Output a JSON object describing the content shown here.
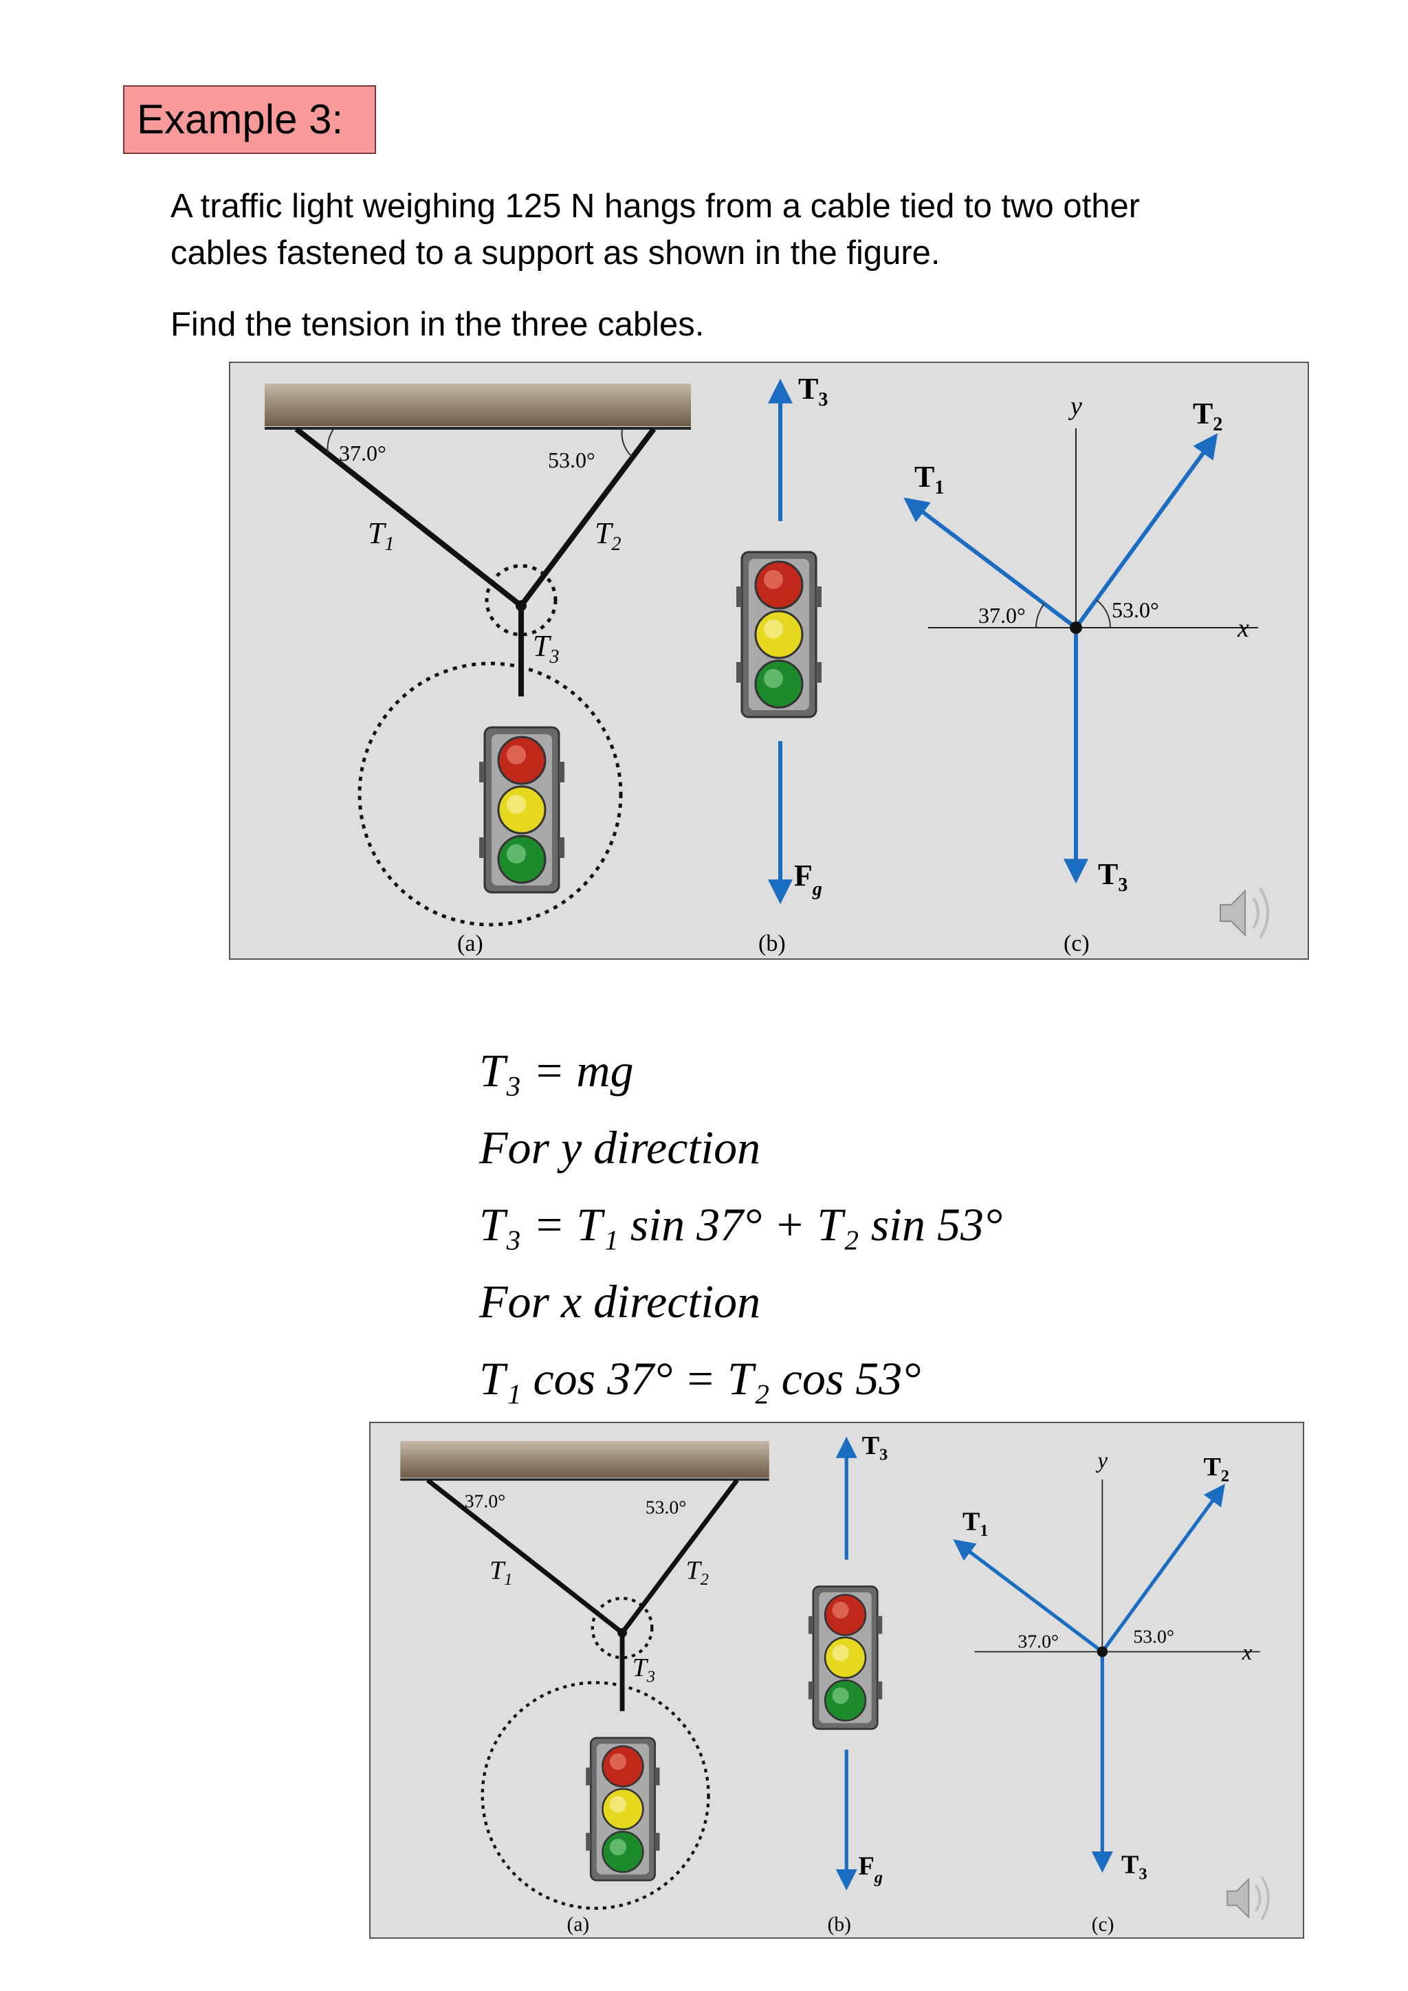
{
  "title": "Example 3:",
  "problem": {
    "line1": "A traffic light weighing 125 N hangs from a cable tied to two other",
    "line2": "cables fastened to a support as shown in the figure.",
    "question": "Find the tension in the three cables."
  },
  "figure": {
    "angle_left": "37.0°",
    "angle_right": "53.0°",
    "t1": "T",
    "t2": "T",
    "t3": "T",
    "fg": "F",
    "sub1": "1",
    "sub2": "2",
    "sub3": "3",
    "subg": "g",
    "axis_x": "x",
    "axis_y": "y",
    "panel_a": "(a)",
    "panel_b": "(b)",
    "panel_c": "(c)"
  },
  "equations": {
    "eq1": "T₃ = mg",
    "eq2": "For  y  direction",
    "eq3": "T₃ = T₁ sin 37° + T₂ sin 53°",
    "eq4": "For  x  direction",
    "eq5": "T₁ cos 37° = T₂ cos 53°"
  },
  "colors": {
    "vector_blue": "#1b6dc1",
    "title_bg": "#f99a9a",
    "figure_bg": "#dedede",
    "light_red": "#c0281a",
    "light_yellow": "#e6d81e",
    "light_green": "#1d8a2c"
  }
}
